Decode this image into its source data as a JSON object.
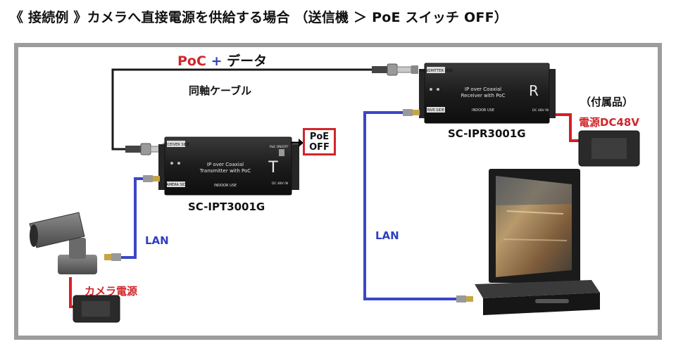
{
  "title": "《 接続例 》カメラへ直接電源を供給する場合 （送信機 ＞ PoE スイッチ OFF）",
  "poc_label": {
    "poc": "PoC",
    "plus": "+",
    "data": "データ"
  },
  "cable_label": "同軸ケーブル",
  "receiver": {
    "model": "SC-IPR3001G",
    "side_label": "TRANSMITTER SIDE",
    "name_line1": "IP over Coaxial",
    "name_line2": "Receiver with PoC",
    "letter": "R",
    "indoor": "INDOOR USE",
    "port_label": "NVR SIDE",
    "dc_label": "DC 48V IN"
  },
  "transmitter": {
    "model": "SC-IPT3001G",
    "side_label": "RECEIVER SIDE",
    "name_line1": "IP over Coaxial",
    "name_line2": "Transmitter with PoC",
    "letter": "T",
    "indoor": "INDOOR USE",
    "port_label": "CAMERA SIDE",
    "poe_label": "PoE ON/OFF",
    "dc_label": "DC 48V IN"
  },
  "poe_off": {
    "line1": "PoE",
    "line2": "OFF"
  },
  "accessory_label": "（付属品）",
  "dc48_label": "電源DC48V",
  "camera_power_label": "カメラ電源",
  "lan_labels": [
    "LAN",
    "LAN"
  ],
  "colors": {
    "red": "#d1262b",
    "blue": "#2f3fbf",
    "frame": "#9c9c9c",
    "lan_cable": "#3c46c8",
    "power_cable": "#d51f26"
  }
}
